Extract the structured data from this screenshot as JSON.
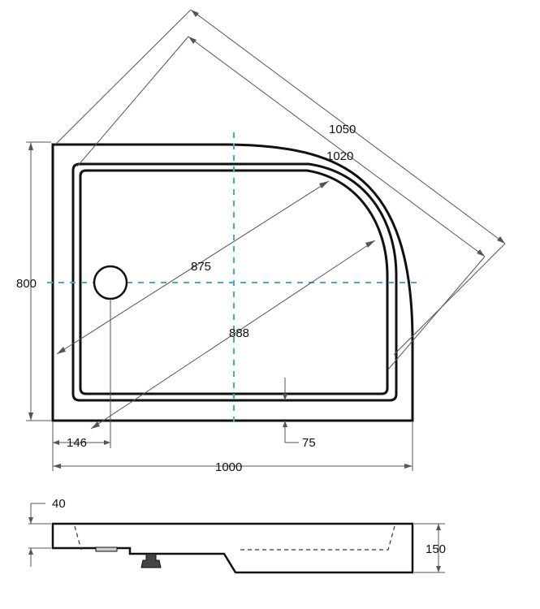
{
  "plan_view": {
    "width_label": "1000",
    "depth_label": "800",
    "diag_outer_label": "1050",
    "diag_inner_label": "1020",
    "radius_inner_label": "875",
    "radius_outer_label": "888",
    "drain_offset_label": "146",
    "rim_width_label": "75"
  },
  "side_view": {
    "rim_height_label": "40",
    "total_height_label": "150"
  },
  "colors": {
    "outline": "#111111",
    "axis": "#4aa8d8",
    "dimension": "#555555"
  }
}
